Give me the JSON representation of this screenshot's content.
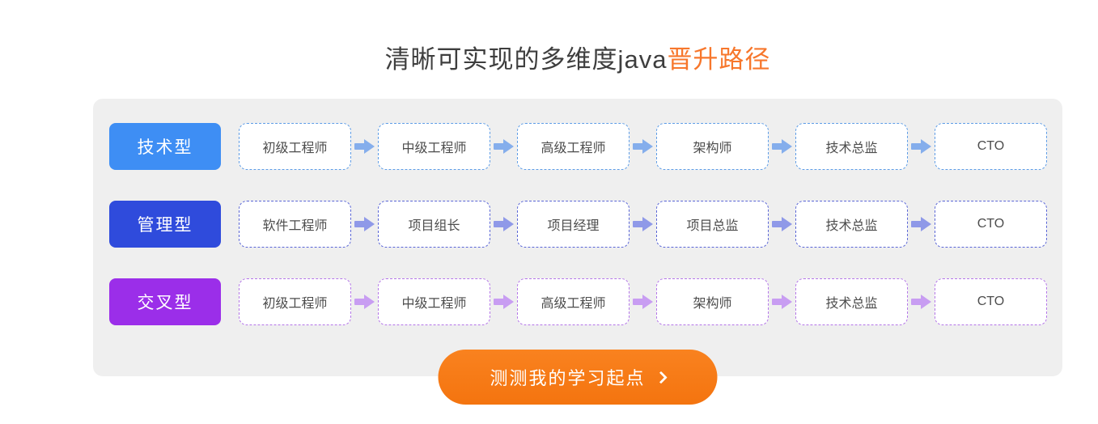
{
  "title": {
    "prefix": "清晰可实现的多维度java",
    "highlight": "晋升路径",
    "highlight_color": "#f7772c"
  },
  "rows": [
    {
      "label": "技术型",
      "colors": {
        "badge": "#3e8ef4",
        "border": "#5d9ce6",
        "arrow": "#85aeec"
      },
      "steps": [
        "初级工程师",
        "中级工程师",
        "高级工程师",
        "架构师",
        "技术总监",
        "CTO"
      ]
    },
    {
      "label": "管理型",
      "colors": {
        "badge": "#2f4bdc",
        "border": "#5a66d6",
        "arrow": "#8f99e8"
      },
      "steps": [
        "软件工程师",
        "项目组长",
        "项目经理",
        "项目总监",
        "技术总监",
        "CTO"
      ]
    },
    {
      "label": "交叉型",
      "colors": {
        "badge": "#9b2ee9",
        "border": "#b476e8",
        "arrow": "#c89df2"
      },
      "steps": [
        "初级工程师",
        "中级工程师",
        "高级工程师",
        "架构师",
        "技术总监",
        "CTO"
      ]
    }
  ],
  "cta": {
    "label": "测测我的学习起点",
    "arrow_icon": "chevron-right"
  },
  "panel_background": "#efefef",
  "cta_background": "#f7791d"
}
